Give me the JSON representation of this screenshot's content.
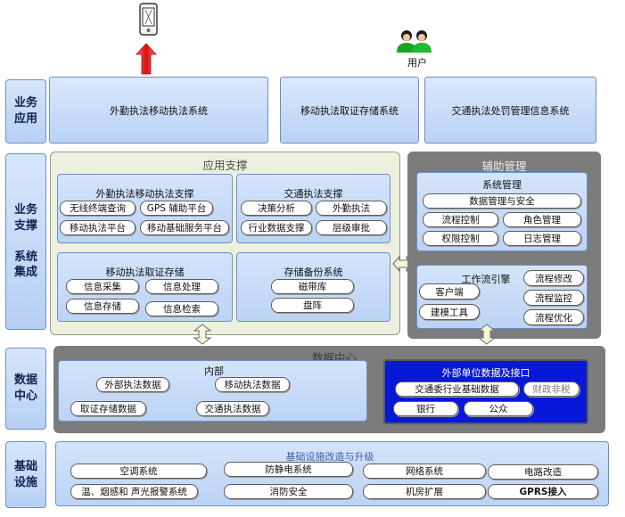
{
  "user_label": "用户",
  "tiers": {
    "business_app": "业务\n应用",
    "business_support": "业务\n支撑\n\n系统\n集成",
    "data_center": "数据\n中心",
    "infrastructure": "基础\n设施"
  },
  "apps": [
    "外勤执法移动执法系统",
    "移动执法取证存储系统",
    "交通执法处罚管理信息系统"
  ],
  "app_support": {
    "title": "应用支撑",
    "mobile_support": {
      "title": "外勤执法移动执法支撑",
      "items": [
        "无线终端查询",
        "GPS 辅助平台",
        "移动执法平台",
        "移动基础服务平台"
      ]
    },
    "traffic_support": {
      "title": "交通执法支撑",
      "items": [
        "决策分析",
        "外勤执法",
        "行业数据支撑",
        "层级审批"
      ]
    },
    "evidence_storage": {
      "title": "移动执法取证存储",
      "items": [
        "信息采集",
        "信息处理",
        "信息存储",
        "信息检索"
      ]
    },
    "backup": {
      "title": "存储备份系统",
      "items": [
        "磁带库",
        "盘阵"
      ]
    }
  },
  "aux_mgmt": {
    "title": "辅助管理",
    "sys_mgmt": {
      "title": "系统管理",
      "items": [
        "数据管理与安全",
        "流程控制",
        "角色管理",
        "权限控制",
        "日志管理"
      ]
    },
    "workflow": {
      "title": "工作流引擎",
      "items": [
        "客户端",
        "建模工具",
        "流程修改",
        "流程监控",
        "流程优化"
      ]
    }
  },
  "data_center": {
    "title": "数据中心",
    "internal": {
      "title": "内部",
      "items": [
        "外部执法数据",
        "移动执法数据",
        "取证存储数据",
        "交通执法数据"
      ]
    },
    "external": {
      "title": "外部单位数据及接口",
      "items": [
        "交通委行业基础数据",
        "财政非税",
        "银行",
        "公众"
      ]
    }
  },
  "infra": {
    "title": "基础设施改造与升级",
    "items": [
      "空调系统",
      "防静电系统",
      "网络系统",
      "电路改造",
      "温、烟感和 声光报警系统",
      "消防安全",
      "机房扩展",
      "GPRS接入"
    ]
  },
  "colors": {
    "tier_fill": "#c6dcf7",
    "panel_grey": "#7c7c7c",
    "panel_cream": "#eef0df",
    "external_navy": "#0718d8",
    "arrow_red": "#e02020"
  }
}
